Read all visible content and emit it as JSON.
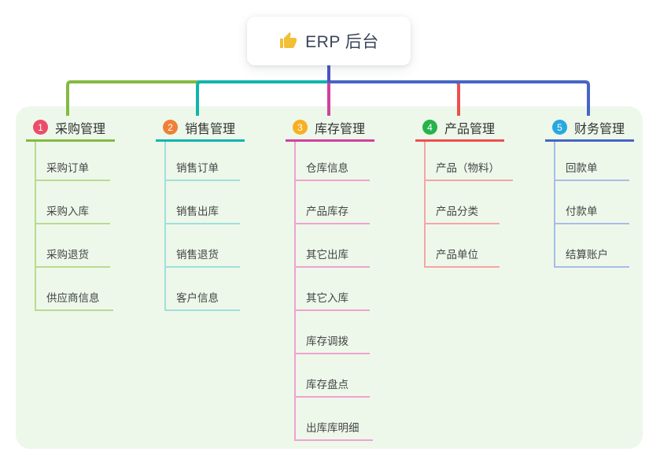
{
  "root": {
    "label": "ERP 后台",
    "icon": "thumbs-up-icon",
    "icon_color": "#f2bf35"
  },
  "canvas": {
    "page_background": "#ffffff",
    "panel_background": "#edf8ea",
    "root_stem_color": "#4c55c4"
  },
  "branches": [
    {
      "index": "1",
      "title": "采购管理",
      "badge_color": "#ec4c6a",
      "line_color": "#84ba41",
      "light_color": "#b9da92",
      "children": [
        "采购订单",
        "采购入库",
        "采购退货",
        "供应商信息"
      ]
    },
    {
      "index": "2",
      "title": "销售管理",
      "badge_color": "#f08038",
      "line_color": "#12b5ae",
      "light_color": "#9fe0da",
      "children": [
        "销售订单",
        "销售出库",
        "销售退货",
        "客户信息"
      ]
    },
    {
      "index": "3",
      "title": "库存管理",
      "badge_color": "#f7af23",
      "line_color": "#d2409e",
      "light_color": "#f0a2d0",
      "children": [
        "仓库信息",
        "产品库存",
        "其它出库",
        "其它入库",
        "库存调拨",
        "库存盘点",
        "出库库明细"
      ]
    },
    {
      "index": "4",
      "title": "产品管理",
      "badge_color": "#27b24b",
      "line_color": "#ee4f4f",
      "light_color": "#f6a5a5",
      "children": [
        "产品（物料）",
        "产品分类",
        "产品单位"
      ]
    },
    {
      "index": "5",
      "title": "财务管理",
      "badge_color": "#28a8e0",
      "line_color": "#4566c5",
      "light_color": "#a9bce7",
      "children": [
        "回款单",
        "付款单",
        "结算账户"
      ]
    }
  ]
}
